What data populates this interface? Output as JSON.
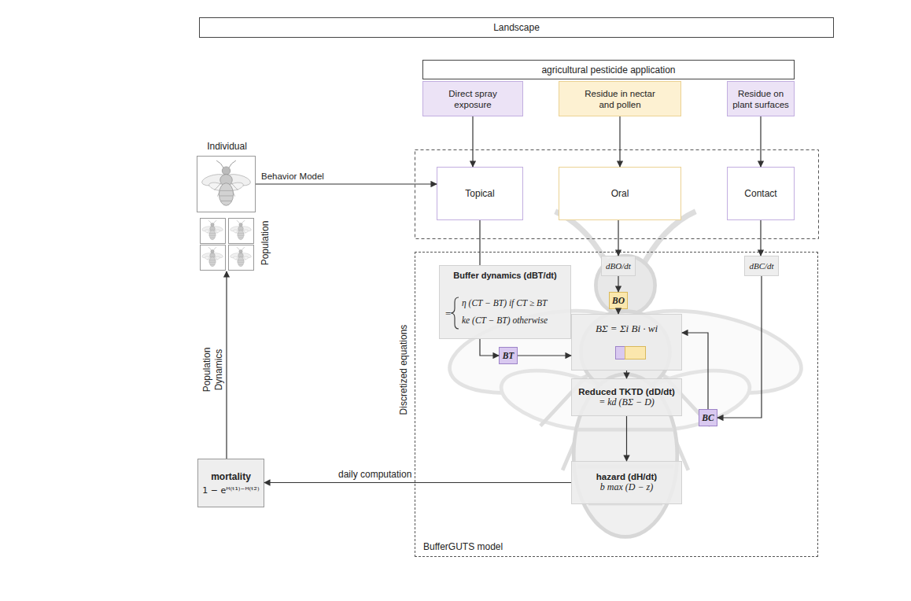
{
  "diagram": {
    "nodes": [
      {
        "text": [
          "Landscape"
        ]
      },
      {
        "text": [
          "agricultural pesticide application"
        ]
      },
      {
        "text": [
          "Direct spray exposure"
        ]
      },
      {
        "text": [
          "Residue in nectar and pollen"
        ]
      },
      {
        "text": [
          "Residue on plant surfaces"
        ]
      },
      {
        "text": [
          "Individual"
        ]
      },
      {
        "text": [
          "Population"
        ]
      },
      {
        "text": [
          "Topical"
        ]
      },
      {
        "text": [
          "Oral"
        ]
      },
      {
        "text": [
          "Contact"
        ]
      },
      {
        "text": [
          "BufferGUTS model",
          "Discretized equations"
        ]
      },
      {
        "text": [
          "Buffer dynamics (dBT/dt)",
          "=",
          "η (CT − BT) if CT ≥ BT",
          "ke (CT − BT) otherwise"
        ],
        "in": 10
      },
      {
        "text": [
          "dBO/dt"
        ],
        "in": 10
      },
      {
        "text": [
          "dBC/dt"
        ],
        "in": 10
      },
      {
        "text": [
          "BO"
        ],
        "in": 10
      },
      {
        "text": [
          "BΣ = Σi Bi · wi"
        ],
        "in": 10
      },
      {
        "text": [
          "BT"
        ],
        "in": 10
      },
      {
        "text": [
          "Reduced TKTD (dD/dt)",
          "= kd (BΣ − D)"
        ],
        "in": 10
      },
      {
        "text": [
          "BC"
        ],
        "in": 10
      },
      {
        "text": [
          "hazard (dH/dt)",
          "b max (D − z)"
        ],
        "in": 10
      },
      {
        "text": [
          "mortality",
          "1 − eᴴ⁽ᵗ¹⁾⁻ᴴ⁽ᵗ²⁾"
        ]
      }
    ],
    "edges": [
      {
        "from": 2,
        "to": 7,
        "arrow": "to"
      },
      {
        "from": 3,
        "to": 8,
        "arrow": "to"
      },
      {
        "from": 4,
        "to": 9,
        "arrow": "to"
      },
      {
        "from": 5,
        "to": 7,
        "arrow": "to",
        "label": "Behavior Model"
      },
      {
        "from": 7,
        "to": 11,
        "arrow": "none"
      },
      {
        "from": 11,
        "to": 16,
        "arrow": "to"
      },
      {
        "from": 8,
        "to": 12,
        "arrow": "to"
      },
      {
        "from": 12,
        "to": 14,
        "arrow": "to"
      },
      {
        "from": 14,
        "to": 15,
        "arrow": "to"
      },
      {
        "from": 9,
        "to": 13,
        "arrow": "to"
      },
      {
        "from": 13,
        "to": 18,
        "arrow": "to"
      },
      {
        "from": 16,
        "to": 15,
        "arrow": "to"
      },
      {
        "from": 18,
        "to": 15,
        "arrow": "to"
      },
      {
        "from": 15,
        "to": 17,
        "arrow": "to"
      },
      {
        "from": 17,
        "to": 19,
        "arrow": "to"
      },
      {
        "from": 19,
        "to": 20,
        "arrow": "to",
        "label": "daily computation"
      },
      {
        "from": 20,
        "to": 6,
        "arrow": "to",
        "label": "Population Dynamics"
      }
    ]
  }
}
